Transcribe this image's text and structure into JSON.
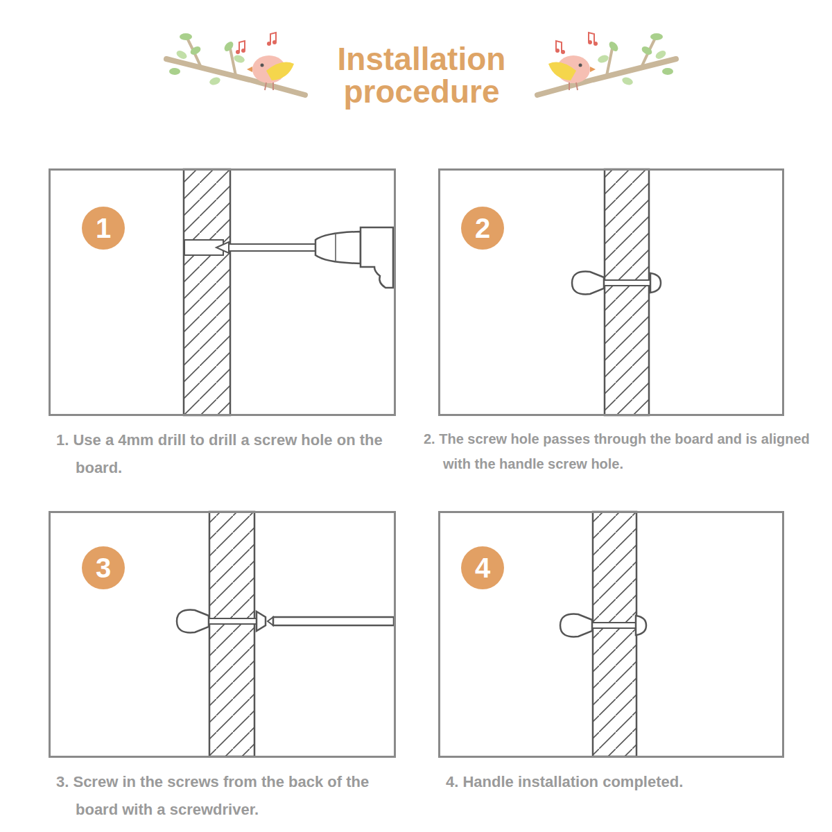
{
  "diagram": {
    "title": "Installation procedure",
    "nodes": [
      {
        "text": [
          "1. Use a 4mm drill to drill a screw hole on the board."
        ]
      },
      {
        "text": [
          "1"
        ],
        "in": 0
      },
      {
        "text": [
          "2. The screw hole passes through the board and is aligned with the handle screw hole."
        ]
      },
      {
        "text": [
          "2"
        ],
        "in": 2
      },
      {
        "text": [
          "3. Screw in the screws from the back of the board with a screwdriver."
        ]
      },
      {
        "text": [
          "3"
        ],
        "in": 4
      },
      {
        "text": [
          "4. Handle installation completed."
        ]
      },
      {
        "text": [
          "4"
        ],
        "in": 6
      }
    ]
  }
}
